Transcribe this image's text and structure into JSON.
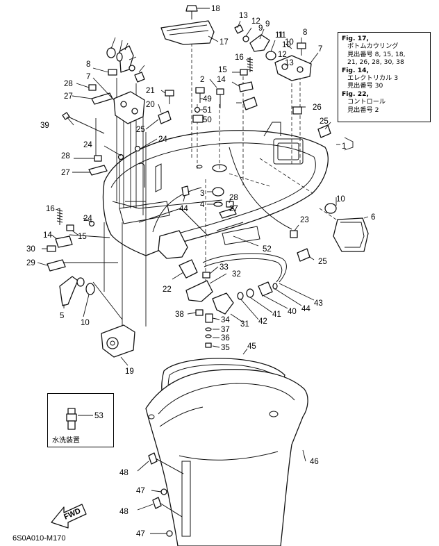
{
  "diagram_code": "6S0A010-M170",
  "fwd_label": "FWD",
  "reference_box": {
    "entries": [
      {
        "fig": "Fig. 17,",
        "lines": [
          "ボトムカウリング",
          "見出番号 8, 15, 18,",
          "21, 26, 28, 30, 38"
        ]
      },
      {
        "fig": "Fig. 14,",
        "lines": [
          "エレクトリカル 3",
          "見出番号 30"
        ]
      },
      {
        "fig": "Fig. 22,",
        "lines": [
          "コントロール",
          "見出番号 2"
        ]
      }
    ]
  },
  "inset": {
    "label": "水洗装置",
    "callout": "53"
  },
  "callouts": [
    "18",
    "13",
    "12",
    "9",
    "11",
    "10",
    "8",
    "17",
    "10",
    "11",
    "9",
    "12",
    "13",
    "7",
    "8",
    "16",
    "15",
    "7",
    "14",
    "28",
    "27",
    "21",
    "2",
    "49",
    "51",
    "50",
    "20",
    "26",
    "25",
    "24",
    "39",
    "25",
    "1",
    "24",
    "28",
    "27",
    "3",
    "4",
    "28",
    "27",
    "44",
    "10",
    "6",
    "16",
    "24",
    "15",
    "14",
    "23",
    "30",
    "52",
    "25",
    "29",
    "33",
    "32",
    "22",
    "5",
    "10",
    "38",
    "34",
    "37",
    "36",
    "35",
    "31",
    "42",
    "41",
    "40",
    "44",
    "43",
    "45",
    "19",
    "46",
    "48",
    "47",
    "48",
    "47"
  ]
}
